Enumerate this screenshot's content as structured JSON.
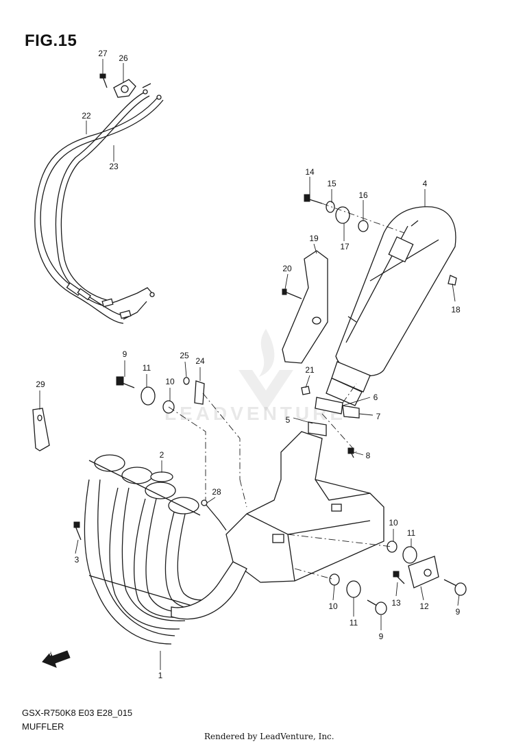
{
  "figure": {
    "title": "FIG.15",
    "code": "GSX-R750K8 E03 E28_015",
    "name": "MUFFLER",
    "credit": "Rendered by LeadVenture, Inc.",
    "watermark": "LEADVENTURE",
    "fwd_label": "FWD"
  },
  "parts": [
    {
      "key": "p27",
      "number": "27"
    },
    {
      "key": "p26",
      "number": "26"
    },
    {
      "key": "p22",
      "number": "22"
    },
    {
      "key": "p23",
      "number": "23"
    },
    {
      "key": "p14",
      "number": "14"
    },
    {
      "key": "p15",
      "number": "15"
    },
    {
      "key": "p16",
      "number": "16"
    },
    {
      "key": "p4",
      "number": "4"
    },
    {
      "key": "p17",
      "number": "17"
    },
    {
      "key": "p19",
      "number": "19"
    },
    {
      "key": "p20",
      "number": "20"
    },
    {
      "key": "p18",
      "number": "18"
    },
    {
      "key": "p9a",
      "number": "9"
    },
    {
      "key": "p25",
      "number": "25"
    },
    {
      "key": "p24",
      "number": "24"
    },
    {
      "key": "p11a",
      "number": "11"
    },
    {
      "key": "p10a",
      "number": "10"
    },
    {
      "key": "p21",
      "number": "21"
    },
    {
      "key": "p29",
      "number": "29"
    },
    {
      "key": "p6",
      "number": "6"
    },
    {
      "key": "p5",
      "number": "5"
    },
    {
      "key": "p7",
      "number": "7"
    },
    {
      "key": "p8",
      "number": "8"
    },
    {
      "key": "p2",
      "number": "2"
    },
    {
      "key": "p28",
      "number": "28"
    },
    {
      "key": "p3",
      "number": "3"
    },
    {
      "key": "p10b",
      "number": "10"
    },
    {
      "key": "p11b",
      "number": "11"
    },
    {
      "key": "p13",
      "number": "13"
    },
    {
      "key": "p12",
      "number": "12"
    },
    {
      "key": "p9b",
      "number": "9"
    },
    {
      "key": "p10c",
      "number": "10"
    },
    {
      "key": "p11c",
      "number": "11"
    },
    {
      "key": "p9c",
      "number": "9"
    },
    {
      "key": "p1",
      "number": "1"
    }
  ]
}
